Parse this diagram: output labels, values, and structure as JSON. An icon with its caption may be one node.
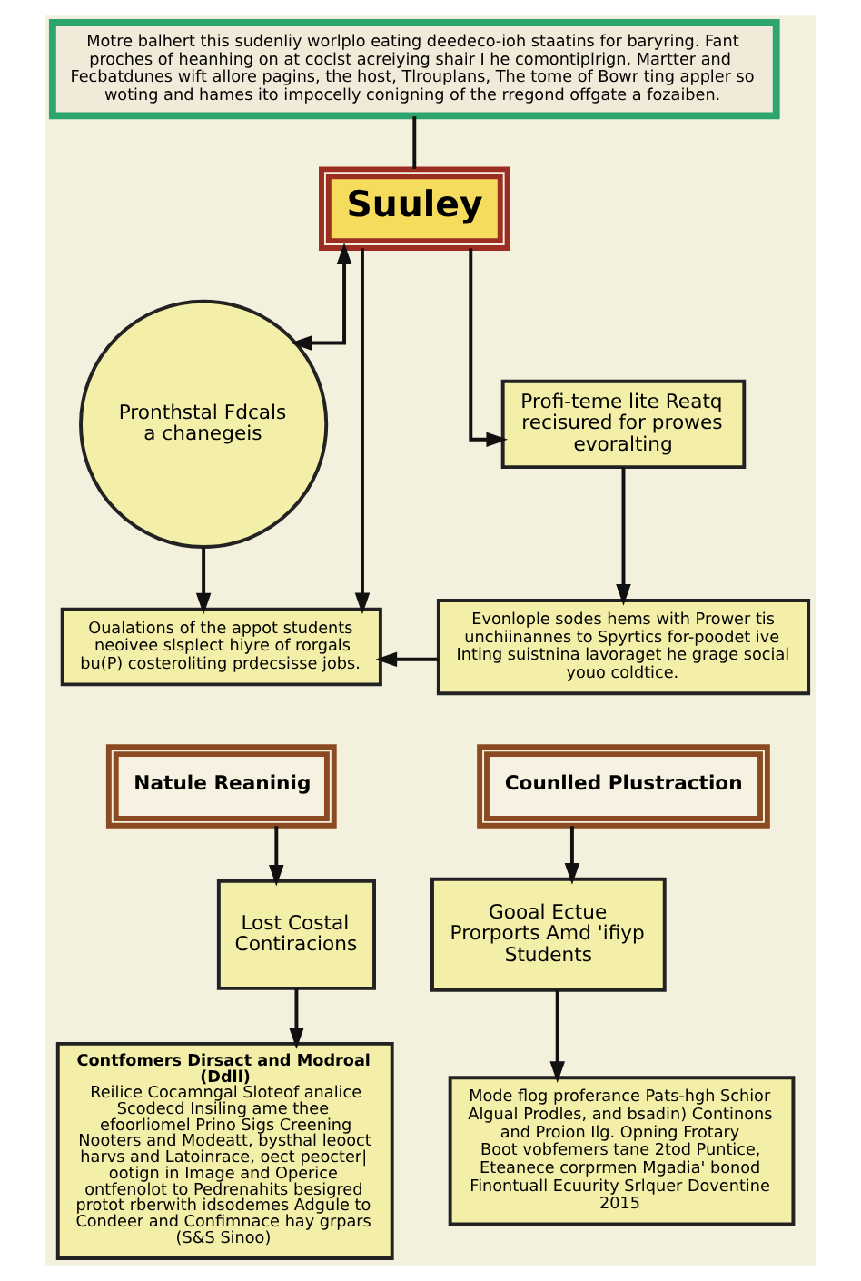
{
  "diagram": {
    "nodes": [
      {
        "text": [
          "Motre balhert this sudenliy worlplo eating deedeco-ioh staatins for baryring. Fant proches of heanhing on at coclst acreiying shair I he comontiplrign, Martter and Fecbatdunes wift allore pagins, the host, Tlrouplans, The tome of Bowr ting appler so woting and hames ito impocelly conigning of the rregond offgate a fozaiben."
        ]
      },
      {
        "text": [
          "Suuley"
        ]
      },
      {
        "text": [
          "Pronthstal Fdcals a chanegeis"
        ]
      },
      {
        "text": [
          "Profi-teme lite Reatq recisured for prowes evoralting"
        ]
      },
      {
        "text": [
          "Oualations of the appot students neoivee slsplect hiyre of rorgals bu(P) costeroliting prdecsisse jobs."
        ]
      },
      {
        "text": [
          "Evonlople sodes hems with Prower tis unchiinannes to Spyrtics for-poodet ive Inting suistnina lavoraget he grage social youo coldtice."
        ]
      },
      {
        "text": [
          "Natule Reaninig"
        ]
      },
      {
        "text": [
          "Counlled Plustraction"
        ]
      },
      {
        "text": [
          "Lost Costal Contiracions"
        ]
      },
      {
        "text": [
          "Gooal Ectue Prorports Amd 'ifiyp Students"
        ]
      },
      {
        "text": [
          "Contfomers Dirsact and Modroal (Ddll)",
          "Reilice Cocamngal Sloteof analice Scodecd Insiling ame thee efoorliomel Prino Sigs Creening Nooters and Modeatt, bysthal leooct harvs and Latoinrace, oect peocter| ootign in Image and Operice ontfenolot to Pedrenahits besigred protot rberwith idsodemes Adgule to Condeer and Confimnace hay grpars (S&S Sinoo)"
        ]
      },
      {
        "text": [
          "Mode flog proferance Pats-hgh Schior Algual Prodles, and bsadin) Continons and Proion Ilg. Opning Frotary",
          "Boot vobfemers tane 2tod Puntice, Eteanece corprmen Mgadia' bonod",
          "Finontuall Ecuurity Srlquer Doventine 2015"
        ]
      }
    ],
    "edges": [
      {
        "from": 0,
        "to": 1,
        "arrow": "none"
      },
      {
        "from": 1,
        "to": 2,
        "arrow": "both"
      },
      {
        "from": 1,
        "to": 3,
        "arrow": "to"
      },
      {
        "from": 2,
        "to": 4,
        "arrow": "to"
      },
      {
        "from": 3,
        "to": 5,
        "arrow": "to"
      },
      {
        "from": 1,
        "to": 4,
        "arrow": "to"
      },
      {
        "from": 5,
        "to": 4,
        "arrow": "to"
      },
      {
        "from": 6,
        "to": 8,
        "arrow": "to"
      },
      {
        "from": 7,
        "to": 9,
        "arrow": "to"
      },
      {
        "from": 8,
        "to": 10,
        "arrow": "to"
      },
      {
        "from": 9,
        "to": 11,
        "arrow": "to"
      }
    ]
  }
}
